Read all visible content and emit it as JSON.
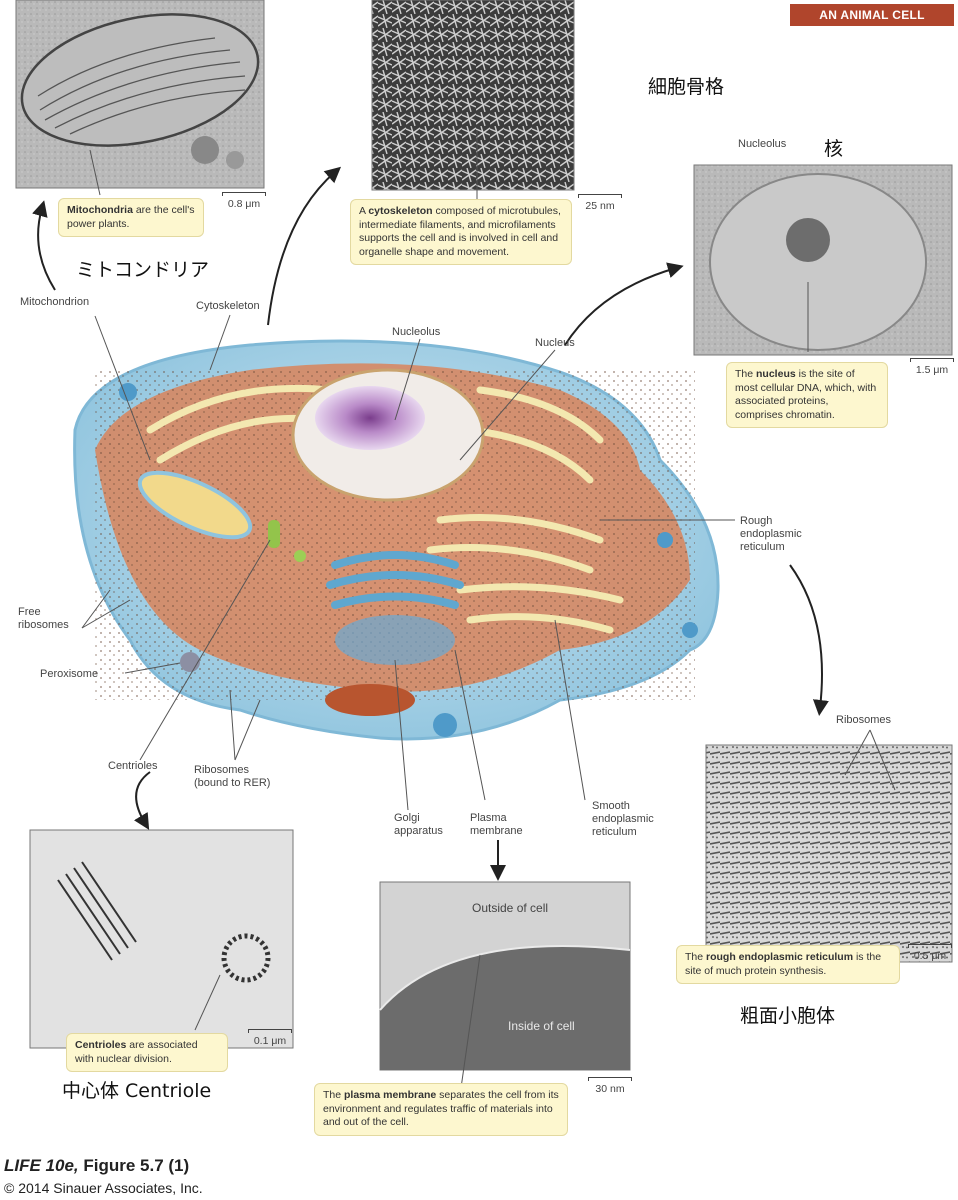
{
  "badge": "AN ANIMAL CELL",
  "jp_labels": {
    "cytoskeleton": "細胞骨格",
    "nucleus": "核",
    "mitochondria": "ミトコンドリア",
    "rer": "粗面小胞体",
    "centriole": "中心体 Centriole"
  },
  "captions": {
    "mitochondria": {
      "bold": "Mitochondria",
      "rest": " are the cell's power plants."
    },
    "cytoskeleton": {
      "pre": "A ",
      "bold": "cytoskeleton",
      "rest": " composed of microtubules, intermediate filaments, and microfilaments supports the cell and is involved in cell and organelle shape and movement."
    },
    "nucleus": {
      "pre": "The ",
      "bold": "nucleus",
      "rest": " is the site of most cellular DNA, which, with associated proteins, comprises chromatin."
    },
    "rer": {
      "pre": "The ",
      "bold": "rough endoplasmic reticulum",
      "rest": " is the site of much protein synthesis."
    },
    "centrioles": {
      "bold": "Centrioles",
      "rest": " are associated with nuclear division."
    },
    "plasma": {
      "pre": "The ",
      "bold": "plasma membrane",
      "rest": " separates the cell from its environment and regulates traffic of materials into and out of the cell."
    }
  },
  "scales": {
    "mitochondria": "0.8 μm",
    "cytoskeleton": "25 nm",
    "nucleus": "1.5 μm",
    "rer": "0.5 μm",
    "centrioles": "0.1 μm",
    "plasma": "30 nm"
  },
  "labels": {
    "mitochondrion": "Mitochondrion",
    "cytoskeleton": "Cytoskeleton",
    "nucleolus_cell": "Nucleolus",
    "nucleus_cell": "Nucleus",
    "nucleolus_micro": "Nucleolus",
    "rer_l1": "Rough",
    "rer_l2": "endoplasmic",
    "rer_l3": "reticulum",
    "free_l1": "Free",
    "free_l2": "ribosomes",
    "peroxisome": "Peroxisome",
    "centrioles": "Centrioles",
    "ribosomes_l1": "Ribosomes",
    "ribosomes_l2": "(bound to RER)",
    "golgi_l1": "Golgi",
    "golgi_l2": "apparatus",
    "plasma_l1": "Plasma",
    "plasma_l2": "membrane",
    "ser_l1": "Smooth",
    "ser_l2": "endoplasmic",
    "ser_l3": "reticulum",
    "ribosomes_micro": "Ribosomes",
    "outside": "Outside of cell",
    "inside": "Inside of cell"
  },
  "footer": {
    "title_italic": "LIFE 10e,",
    "title_rest": " Figure 5.7 (1)",
    "copyright": "© 2014 Sinauer Associates, Inc."
  }
}
